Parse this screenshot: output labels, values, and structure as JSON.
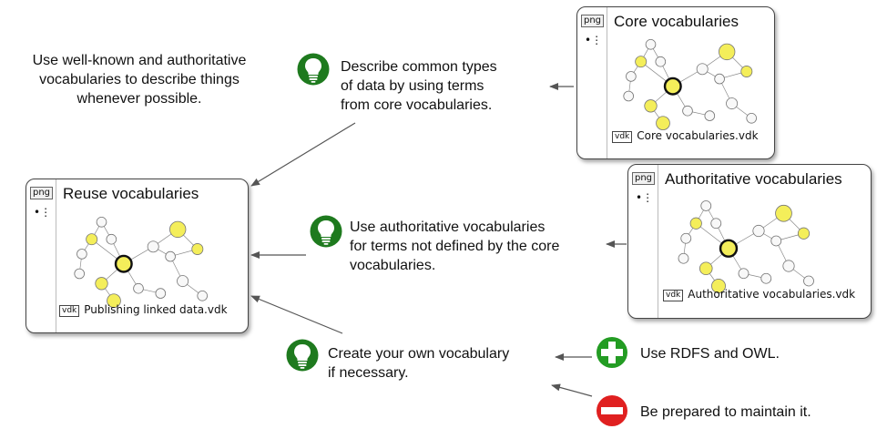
{
  "intro": {
    "lines": [
      "Use well-known and authoritative",
      "vocabularies to describe things",
      "whenever possible."
    ]
  },
  "cards": {
    "core": {
      "png_tag": "png",
      "title": "Core vocabularies",
      "file_tag": "vdk",
      "file": "Core vocabularies.vdk"
    },
    "authoritative": {
      "png_tag": "png",
      "title": "Authoritative vocabularies",
      "file_tag": "vdk",
      "file": "Authoritative vocabularies.vdk"
    },
    "reuse": {
      "png_tag": "png",
      "title": "Reuse vocabularies",
      "file_tag": "vdk",
      "file": "Publishing linked data.vdk"
    }
  },
  "tips": {
    "core": [
      "Describe common types",
      "of data by using terms",
      "from core vocabularies."
    ],
    "authoritative": [
      "Use authoritative vocabularies",
      "for terms not defined by the core",
      "vocabularies."
    ],
    "own": [
      "Create your own vocabulary",
      "if necessary."
    ]
  },
  "notes": {
    "plus": "Use RDFS and OWL.",
    "minus": "Be prepared to maintain it."
  },
  "colors": {
    "bulb": "#1e7a1e",
    "plus": "#239c23",
    "minus": "#e02020",
    "node_yellow": "#f4ee5a",
    "node_white": "#f8f8f8",
    "arrow": "#555555"
  },
  "icons": [
    "lightbulb-icon",
    "plus-icon",
    "no-entry-icon",
    "list-icon"
  ]
}
